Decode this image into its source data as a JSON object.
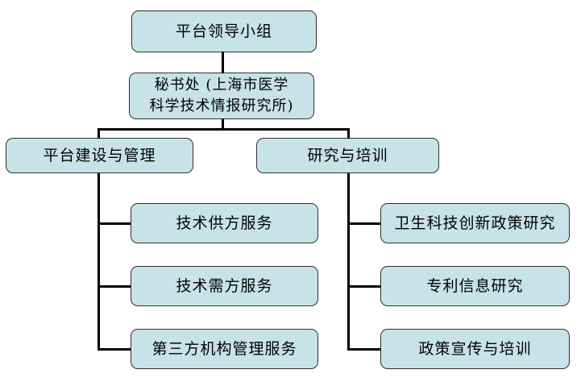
{
  "diagram": {
    "type": "org-chart",
    "colors": {
      "background": "#ffffff",
      "node_fill": "#c8e3e8",
      "node_border": "#2f2f2f",
      "connector": "#000000"
    },
    "nodes": {
      "root": "平台领导小组",
      "secretariat": "秘书处 (上海市医学\n科学技术情报研究所)",
      "left_branch": "平台建设与管理",
      "right_branch": "研究与培训",
      "left_children": [
        "技术供方服务",
        "技术需方服务",
        "第三方机构管理服务"
      ],
      "right_children": [
        "卫生科技创新政策研究",
        "专利信息研究",
        "政策宣传与培训"
      ]
    }
  }
}
